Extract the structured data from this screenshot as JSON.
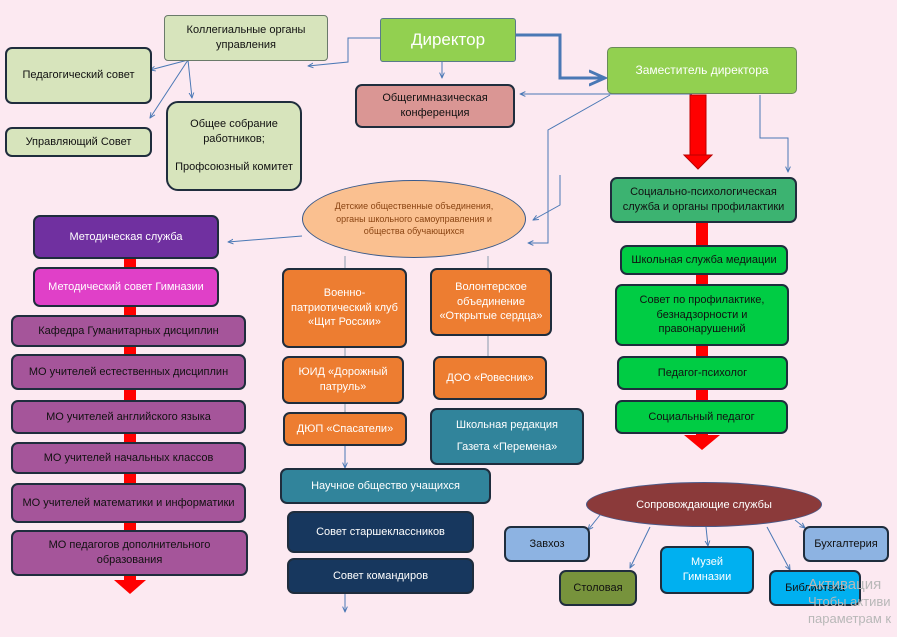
{
  "colors": {
    "background": "#fce9f1",
    "director": "#92d050",
    "governance": "#d7e4bc",
    "conference": "#da9694",
    "children": "#fac090",
    "method": "#7030a0",
    "method_council": "#e040c8",
    "departments": "#a5559a",
    "orange": "#ed7d31",
    "teal": "#31849b",
    "navy": "#17375e",
    "green": "#00cc44",
    "social": "#3cb371",
    "support": "#8b3a3a",
    "service_blue": "#8db3e2",
    "canteen": "#77933c",
    "museum": "#00b0f0",
    "arrow_red": "#ff0000",
    "connector_blue": "#4a78b5"
  },
  "nodes": {
    "director": "Директор",
    "collegial": "Коллегиальные органы управления",
    "ped_council": "Педагогический совет",
    "managing_council": "Управляющий Совет",
    "general_meeting": "Общее собрание работников;",
    "union": "Профсоюзный комитет",
    "conference": "Общегимназическая конференция",
    "deputy": "Заместитель директора",
    "children_assoc": "Детские общественные объединения, органы школьного самоуправления и общества обучающихся",
    "social_service": "Социально-психологическая служба и органы профилактики",
    "mediation": "Школьная служба медиации",
    "prevention_council": "Совет по профилактике, безнадзорности и правонарушений",
    "psychologist": "Педагог-психолог",
    "social_teacher": "Социальный педагог",
    "method_service": "Методическая служба",
    "method_council": "Методический совет Гимназии",
    "dept_humanities": "Кафедра Гуманитарных дисциплин",
    "mo_science": "МО учителей естественных дисциплин",
    "mo_english": "МО учителей английского языка",
    "mo_primary": "МО учителей начальных классов",
    "mo_math": "МО учителей математики и информатики",
    "mo_additional": "МО педагогов дополнительного образования",
    "military_club": "Военно-патриотический клуб «Щит России»",
    "volunteer": "Волонтерское объединение «Открытые сердца»",
    "yuid": "ЮИД «Дорожный патруль»",
    "doo": "ДОО «Ровесник»",
    "dyup": "ДЮП «Спасатели»",
    "editorial": "Школьная редакция",
    "newspaper": "Газета «Перемена»",
    "science_society": "Научное общество учащихся",
    "senior_council": "Совет старшеклассников",
    "commanders_council": "Совет командиров",
    "support_services": "Сопровождающие службы",
    "zavhoz": "Завхоз",
    "canteen": "Столовая",
    "museum": "Музей Гимназии",
    "library": "Библиотека",
    "accounting": "Бухгалтерия"
  },
  "watermark": {
    "line1": "Активация",
    "line2": "Чтобы активи",
    "line3": "параметрам к"
  }
}
